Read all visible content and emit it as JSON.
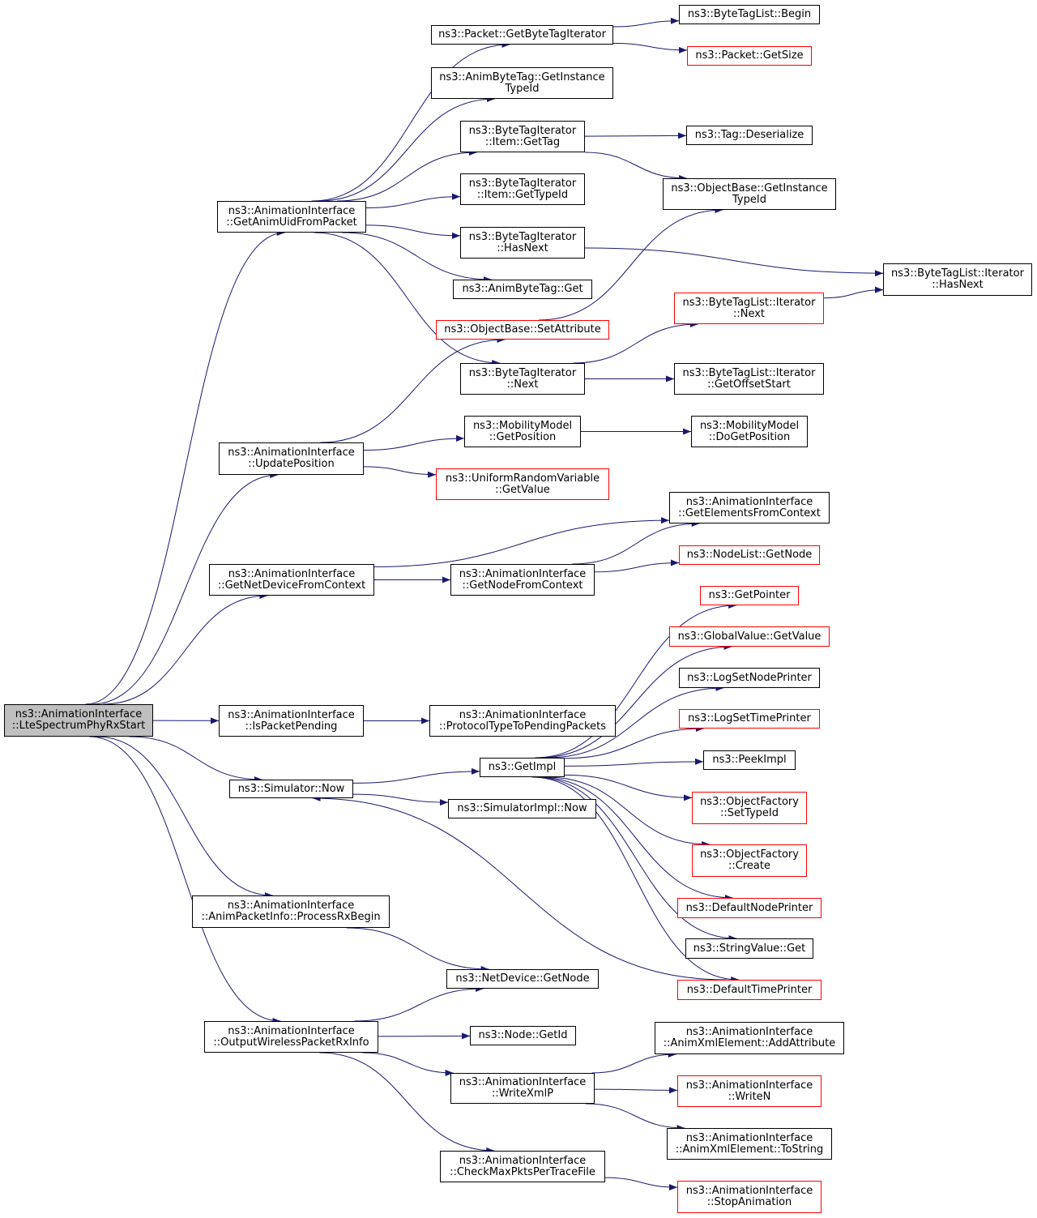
{
  "graph_title": "",
  "colors": {
    "edge": "#191970",
    "node_border": "#000000",
    "truncated_border": "#ff0000",
    "root_fill": "#bfbfbf",
    "node_fill": "#ffffff"
  },
  "nodes": [
    {
      "id": "root",
      "lines": [
        "ns3::AnimationInterface",
        "::LteSpectrumPhyRxStart"
      ],
      "kind": "root"
    },
    {
      "id": "getAnimUid",
      "lines": [
        "ns3::AnimationInterface",
        "::GetAnimUidFromPacket"
      ],
      "kind": "normal"
    },
    {
      "id": "updatePos",
      "lines": [
        "ns3::AnimationInterface",
        "::UpdatePosition"
      ],
      "kind": "normal"
    },
    {
      "id": "getNetDev",
      "lines": [
        "ns3::AnimationInterface",
        "::GetNetDeviceFromContext"
      ],
      "kind": "normal"
    },
    {
      "id": "isPktPending",
      "lines": [
        "ns3::AnimationInterface",
        "::IsPacketPending"
      ],
      "kind": "normal"
    },
    {
      "id": "simNow",
      "lines": [
        "ns3::Simulator::Now"
      ],
      "kind": "normal"
    },
    {
      "id": "procRx",
      "lines": [
        "ns3::AnimationInterface",
        "::AnimPacketInfo::ProcessRxBegin"
      ],
      "kind": "normal"
    },
    {
      "id": "outWireless",
      "lines": [
        "ns3::AnimationInterface",
        "::OutputWirelessPacketRxInfo"
      ],
      "kind": "normal"
    },
    {
      "id": "pktGetBTI",
      "lines": [
        "ns3::Packet::GetByteTagIterator"
      ],
      "kind": "normal"
    },
    {
      "id": "abtGetInst",
      "lines": [
        "ns3::AnimByteTag::GetInstance",
        "TypeId"
      ],
      "kind": "normal"
    },
    {
      "id": "btiItemGetTag",
      "lines": [
        "ns3::ByteTagIterator",
        "::Item::GetTag"
      ],
      "kind": "normal"
    },
    {
      "id": "btiItemGetType",
      "lines": [
        "ns3::ByteTagIterator",
        "::Item::GetTypeId"
      ],
      "kind": "normal"
    },
    {
      "id": "btiHasNext",
      "lines": [
        "ns3::ByteTagIterator",
        "::HasNext"
      ],
      "kind": "normal"
    },
    {
      "id": "abtGet",
      "lines": [
        "ns3::AnimByteTag::Get"
      ],
      "kind": "normal"
    },
    {
      "id": "obSetAttr",
      "lines": [
        "ns3::ObjectBase::SetAttribute"
      ],
      "kind": "truncated"
    },
    {
      "id": "btiNext",
      "lines": [
        "ns3::ByteTagIterator",
        "::Next"
      ],
      "kind": "normal"
    },
    {
      "id": "mmGetPos",
      "lines": [
        "ns3::MobilityModel",
        "::GetPosition"
      ],
      "kind": "normal"
    },
    {
      "id": "urvGetValue",
      "lines": [
        "ns3::UniformRandomVariable",
        "::GetValue"
      ],
      "kind": "truncated"
    },
    {
      "id": "getNodeCtx",
      "lines": [
        "ns3::AnimationInterface",
        "::GetNodeFromContext"
      ],
      "kind": "normal"
    },
    {
      "id": "protoToPending",
      "lines": [
        "ns3::AnimationInterface",
        "::ProtocolTypeToPendingPackets"
      ],
      "kind": "normal"
    },
    {
      "id": "getImpl",
      "lines": [
        "ns3::GetImpl"
      ],
      "kind": "normal"
    },
    {
      "id": "simImplNow",
      "lines": [
        "ns3::SimulatorImpl::Now"
      ],
      "kind": "normal"
    },
    {
      "id": "ndGetNode",
      "lines": [
        "ns3::NetDevice::GetNode"
      ],
      "kind": "normal"
    },
    {
      "id": "nodeGetId",
      "lines": [
        "ns3::Node::GetId"
      ],
      "kind": "normal"
    },
    {
      "id": "writeXmlP",
      "lines": [
        "ns3::AnimationInterface",
        "::WriteXmlP"
      ],
      "kind": "normal"
    },
    {
      "id": "checkMax",
      "lines": [
        "ns3::AnimationInterface",
        "::CheckMaxPktsPerTraceFile"
      ],
      "kind": "normal"
    },
    {
      "id": "btlBegin",
      "lines": [
        "ns3::ByteTagList::Begin"
      ],
      "kind": "normal"
    },
    {
      "id": "pktGetSize",
      "lines": [
        "ns3::Packet::GetSize"
      ],
      "kind": "truncated"
    },
    {
      "id": "tagDeser",
      "lines": [
        "ns3::Tag::Deserialize"
      ],
      "kind": "normal"
    },
    {
      "id": "obGetInst",
      "lines": [
        "ns3::ObjectBase::GetInstance",
        "TypeId"
      ],
      "kind": "normal"
    },
    {
      "id": "btliNext",
      "lines": [
        "ns3::ByteTagList::Iterator",
        "::Next"
      ],
      "kind": "truncated"
    },
    {
      "id": "btliGetOff",
      "lines": [
        "ns3::ByteTagList::Iterator",
        "::GetOffsetStart"
      ],
      "kind": "normal"
    },
    {
      "id": "mmDoGetPos",
      "lines": [
        "ns3::MobilityModel",
        "::DoGetPosition"
      ],
      "kind": "normal"
    },
    {
      "id": "getElems",
      "lines": [
        "ns3::AnimationInterface",
        "::GetElementsFromContext"
      ],
      "kind": "normal"
    },
    {
      "id": "nlGetNode",
      "lines": [
        "ns3::NodeList::GetNode"
      ],
      "kind": "truncated"
    },
    {
      "id": "getPointer",
      "lines": [
        "ns3::GetPointer"
      ],
      "kind": "truncated"
    },
    {
      "id": "gvGetValue",
      "lines": [
        "ns3::GlobalValue::GetValue"
      ],
      "kind": "truncated"
    },
    {
      "id": "logNodePr",
      "lines": [
        "ns3::LogSetNodePrinter"
      ],
      "kind": "normal"
    },
    {
      "id": "logTimePr",
      "lines": [
        "ns3::LogSetTimePrinter"
      ],
      "kind": "truncated"
    },
    {
      "id": "peekImpl",
      "lines": [
        "ns3::PeekImpl"
      ],
      "kind": "normal"
    },
    {
      "id": "ofSetType",
      "lines": [
        "ns3::ObjectFactory",
        "::SetTypeId"
      ],
      "kind": "truncated"
    },
    {
      "id": "ofCreate",
      "lines": [
        "ns3::ObjectFactory",
        "::Create"
      ],
      "kind": "truncated"
    },
    {
      "id": "defNodePr",
      "lines": [
        "ns3::DefaultNodePrinter"
      ],
      "kind": "truncated"
    },
    {
      "id": "strValGet",
      "lines": [
        "ns3::StringValue::Get"
      ],
      "kind": "normal"
    },
    {
      "id": "defTimePr",
      "lines": [
        "ns3::DefaultTimePrinter"
      ],
      "kind": "truncated"
    },
    {
      "id": "axAddAttr",
      "lines": [
        "ns3::AnimationInterface",
        "::AnimXmlElement::AddAttribute"
      ],
      "kind": "normal"
    },
    {
      "id": "writeN",
      "lines": [
        "ns3::AnimationInterface",
        "::WriteN"
      ],
      "kind": "truncated"
    },
    {
      "id": "axToString",
      "lines": [
        "ns3::AnimationInterface",
        "::AnimXmlElement::ToString"
      ],
      "kind": "normal"
    },
    {
      "id": "stopAnim",
      "lines": [
        "ns3::AnimationInterface",
        "::StopAnimation"
      ],
      "kind": "truncated"
    },
    {
      "id": "btliHasNext",
      "lines": [
        "ns3::ByteTagList::Iterator",
        "::HasNext"
      ],
      "kind": "normal"
    }
  ],
  "edges": [
    [
      "root",
      "getAnimUid"
    ],
    [
      "root",
      "updatePos"
    ],
    [
      "root",
      "getNetDev"
    ],
    [
      "root",
      "isPktPending"
    ],
    [
      "root",
      "simNow"
    ],
    [
      "root",
      "procRx"
    ],
    [
      "root",
      "outWireless"
    ],
    [
      "getAnimUid",
      "pktGetBTI"
    ],
    [
      "getAnimUid",
      "abtGetInst"
    ],
    [
      "getAnimUid",
      "btiItemGetTag"
    ],
    [
      "getAnimUid",
      "btiItemGetType"
    ],
    [
      "getAnimUid",
      "btiHasNext"
    ],
    [
      "getAnimUid",
      "abtGet"
    ],
    [
      "getAnimUid",
      "btiNext"
    ],
    [
      "pktGetBTI",
      "btlBegin"
    ],
    [
      "pktGetBTI",
      "pktGetSize"
    ],
    [
      "btiItemGetTag",
      "tagDeser"
    ],
    [
      "btiItemGetTag",
      "obGetInst"
    ],
    [
      "btiHasNext",
      "btliHasNext"
    ],
    [
      "btiNext",
      "btliNext"
    ],
    [
      "btiNext",
      "btliGetOff"
    ],
    [
      "btliNext",
      "btliHasNext"
    ],
    [
      "updatePos",
      "obSetAttr"
    ],
    [
      "obSetAttr",
      "obGetInst"
    ],
    [
      "updatePos",
      "mmGetPos"
    ],
    [
      "updatePos",
      "urvGetValue"
    ],
    [
      "mmGetPos",
      "mmDoGetPos"
    ],
    [
      "getNetDev",
      "getElems"
    ],
    [
      "getNetDev",
      "getNodeCtx"
    ],
    [
      "getNodeCtx",
      "getElems"
    ],
    [
      "getNodeCtx",
      "nlGetNode"
    ],
    [
      "isPktPending",
      "protoToPending"
    ],
    [
      "simNow",
      "getImpl"
    ],
    [
      "simNow",
      "simImplNow"
    ],
    [
      "getImpl",
      "getPointer"
    ],
    [
      "getImpl",
      "gvGetValue"
    ],
    [
      "getImpl",
      "logNodePr"
    ],
    [
      "getImpl",
      "logTimePr"
    ],
    [
      "getImpl",
      "peekImpl"
    ],
    [
      "getImpl",
      "ofSetType"
    ],
    [
      "getImpl",
      "ofCreate"
    ],
    [
      "getImpl",
      "defNodePr"
    ],
    [
      "getImpl",
      "strValGet"
    ],
    [
      "getImpl",
      "defTimePr"
    ],
    [
      "defTimePr",
      "simNow"
    ],
    [
      "procRx",
      "ndGetNode"
    ],
    [
      "outWireless",
      "ndGetNode"
    ],
    [
      "outWireless",
      "nodeGetId"
    ],
    [
      "outWireless",
      "writeXmlP"
    ],
    [
      "outWireless",
      "checkMax"
    ],
    [
      "writeXmlP",
      "axAddAttr"
    ],
    [
      "writeXmlP",
      "writeN"
    ],
    [
      "writeXmlP",
      "axToString"
    ],
    [
      "checkMax",
      "stopAnim"
    ]
  ]
}
